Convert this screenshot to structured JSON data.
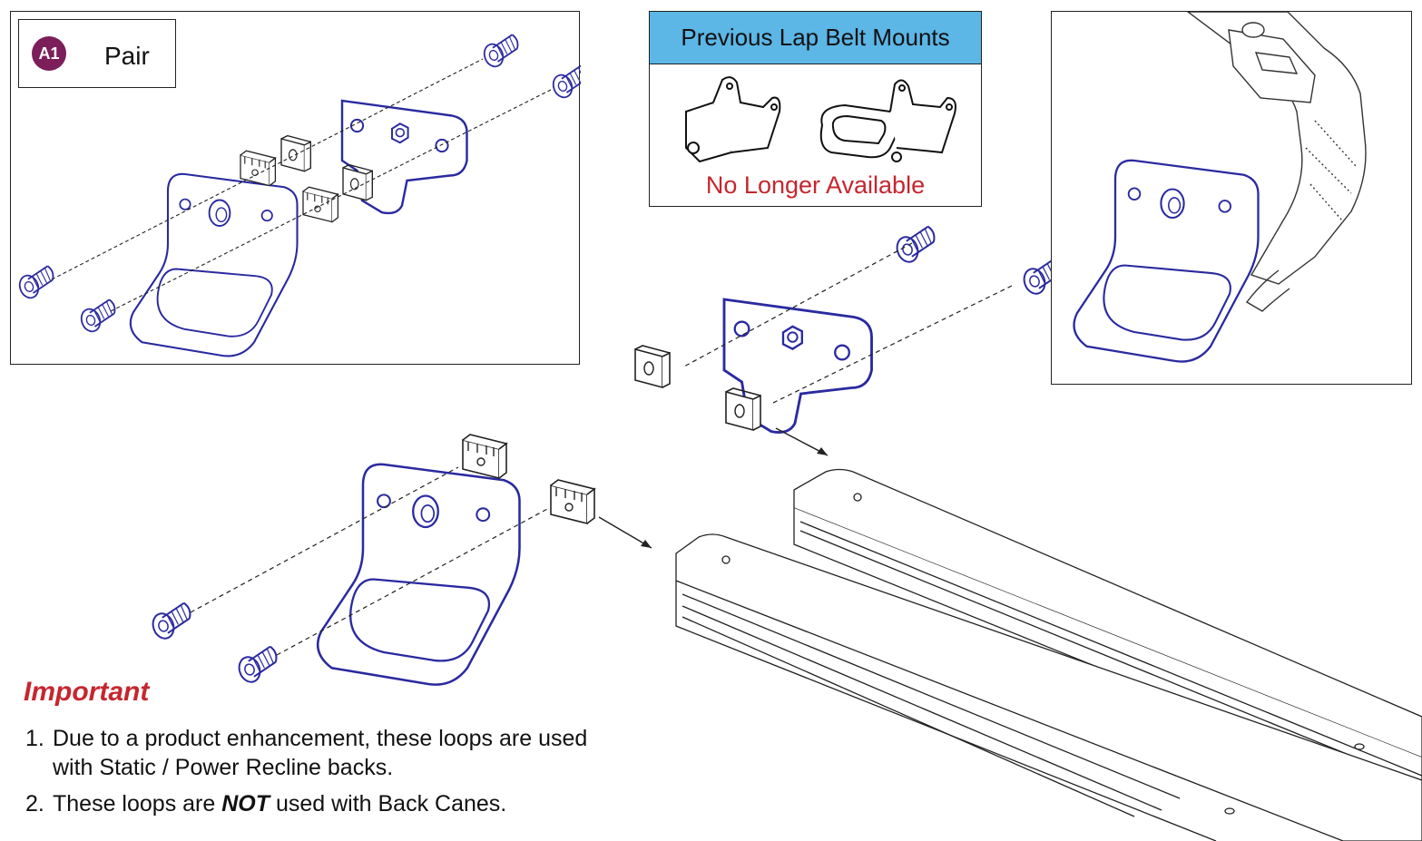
{
  "callout": {
    "badge": "A1",
    "label": "Pair"
  },
  "previous_mounts": {
    "title": "Previous Lap Belt Mounts",
    "status": "No Longer Available"
  },
  "important": {
    "title": "Important",
    "notes": [
      {
        "number": "1.",
        "line1": "Due to a product enhancement, these loops are used",
        "line2": "with Static / Power Recline backs."
      },
      {
        "number": "2.",
        "before": "These loops are ",
        "emphasis": "NOT",
        "after": " used with Back Canes."
      }
    ]
  },
  "colors": {
    "part_line": "#2a2aa0",
    "accent_red": "#c6262e",
    "header_blue": "#5cb6e6",
    "badge": "#7b1e5a"
  }
}
